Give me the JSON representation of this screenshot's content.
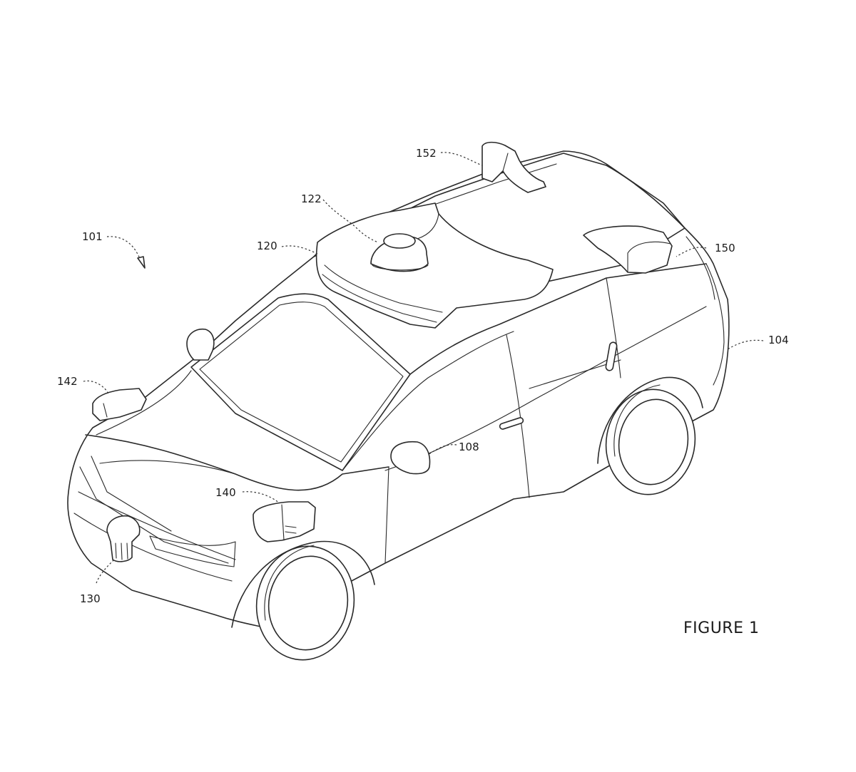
{
  "figure": {
    "caption": "FIGURE 1",
    "labels": {
      "vehicle": "101",
      "rear": "104",
      "door_mirror": "108",
      "roof_housing": "120",
      "roof_dome": "122",
      "front_sensor": "130",
      "right_front_sensor": "140",
      "left_front_sensor": "142",
      "rear_right_sensor": "150",
      "rear_top_sensor": "152"
    }
  }
}
